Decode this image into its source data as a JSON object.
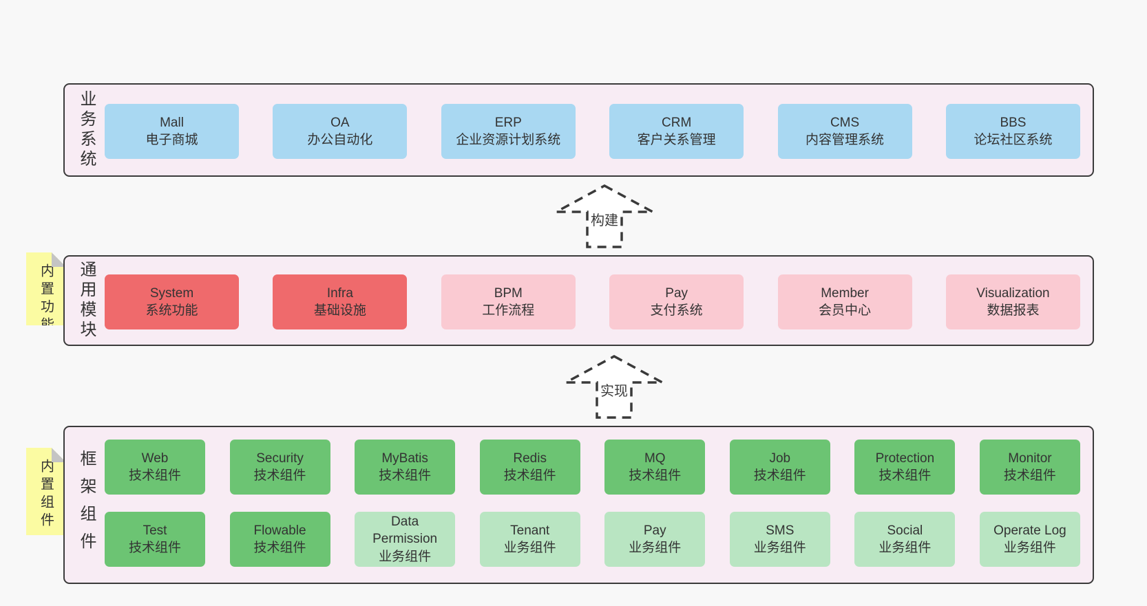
{
  "colors": {
    "page_bg": "#f8f8f8",
    "band_bg": "#f8ecf4",
    "band_border": "#3b3b3b",
    "blue_box": "#a9d8f2",
    "red_box": "#ef6a6c",
    "pink_box": "#facad2",
    "green_box": "#6cc473",
    "light_green_box": "#b9e5c2",
    "note_yellow": "#fbfba2",
    "text": "#3a3a3a"
  },
  "bands": [
    {
      "label": "业务系统",
      "boxes": [
        {
          "title": "Mall",
          "subtitle": "电子商城",
          "color": "blue"
        },
        {
          "title": "OA",
          "subtitle": "办公自动化",
          "color": "blue"
        },
        {
          "title": "ERP",
          "subtitle": "企业资源计划系统",
          "color": "blue"
        },
        {
          "title": "CRM",
          "subtitle": "客户关系管理",
          "color": "blue"
        },
        {
          "title": "CMS",
          "subtitle": "内容管理系统",
          "color": "blue"
        },
        {
          "title": "BBS",
          "subtitle": "论坛社区系统",
          "color": "blue"
        }
      ]
    },
    {
      "label": "通用模块",
      "note": "内置功能",
      "boxes": [
        {
          "title": "System",
          "subtitle": "系统功能",
          "color": "red"
        },
        {
          "title": "Infra",
          "subtitle": "基础设施",
          "color": "red"
        },
        {
          "title": "BPM",
          "subtitle": "工作流程",
          "color": "pink"
        },
        {
          "title": "Pay",
          "subtitle": "支付系统",
          "color": "pink"
        },
        {
          "title": "Member",
          "subtitle": "会员中心",
          "color": "pink"
        },
        {
          "title": "Visualization",
          "subtitle": "数据报表",
          "color": "pink"
        }
      ]
    },
    {
      "label": "框架组件",
      "note": "内置组件",
      "rows": [
        [
          {
            "title": "Web",
            "subtitle": "技术组件",
            "color": "green"
          },
          {
            "title": "Security",
            "subtitle": "技术组件",
            "color": "green"
          },
          {
            "title": "MyBatis",
            "subtitle": "技术组件",
            "color": "green"
          },
          {
            "title": "Redis",
            "subtitle": "技术组件",
            "color": "green"
          },
          {
            "title": "MQ",
            "subtitle": "技术组件",
            "color": "green"
          },
          {
            "title": "Job",
            "subtitle": "技术组件",
            "color": "green"
          },
          {
            "title": "Protection",
            "subtitle": "技术组件",
            "color": "green"
          },
          {
            "title": "Monitor",
            "subtitle": "技术组件",
            "color": "green"
          }
        ],
        [
          {
            "title": "Test",
            "subtitle": "技术组件",
            "color": "green"
          },
          {
            "title": "Flowable",
            "subtitle": "技术组件",
            "color": "green"
          },
          {
            "title": "Data Permission",
            "subtitle": "业务组件",
            "color": "light_green"
          },
          {
            "title": "Tenant",
            "subtitle": "业务组件",
            "color": "light_green"
          },
          {
            "title": "Pay",
            "subtitle": "业务组件",
            "color": "light_green"
          },
          {
            "title": "SMS",
            "subtitle": "业务组件",
            "color": "light_green"
          },
          {
            "title": "Social",
            "subtitle": "业务组件",
            "color": "light_green"
          },
          {
            "title": "Operate Log",
            "subtitle": "业务组件",
            "color": "light_green"
          }
        ]
      ]
    }
  ],
  "arrows": [
    {
      "label": "构建"
    },
    {
      "label": "实现"
    }
  ]
}
